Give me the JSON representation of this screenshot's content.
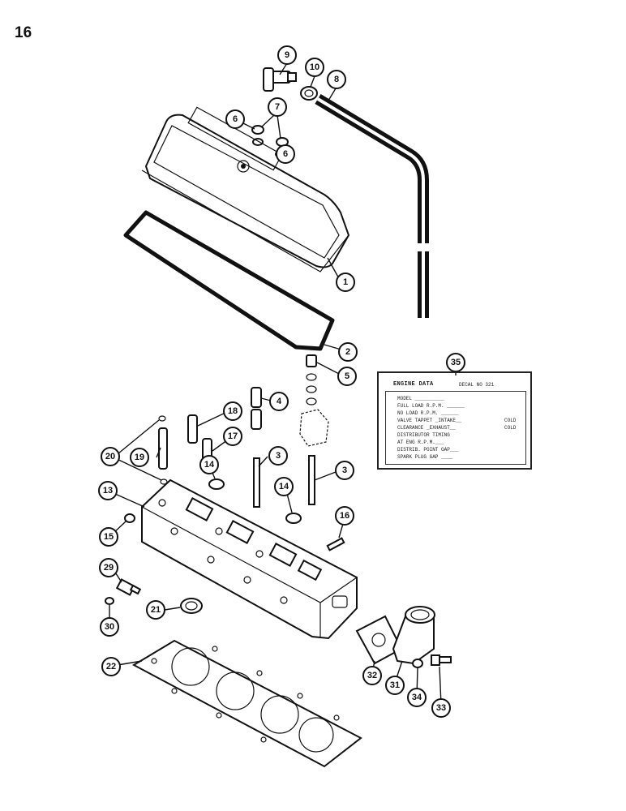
{
  "page": {
    "number": "16"
  },
  "callouts": [
    {
      "id": "c9",
      "label": "9"
    },
    {
      "id": "c10",
      "label": "10"
    },
    {
      "id": "c8",
      "label": "8"
    },
    {
      "id": "c6a",
      "label": "6"
    },
    {
      "id": "c7",
      "label": "7"
    },
    {
      "id": "c6b",
      "label": "6"
    },
    {
      "id": "c1",
      "label": "1"
    },
    {
      "id": "c2",
      "label": "2"
    },
    {
      "id": "c5",
      "label": "5"
    },
    {
      "id": "c4",
      "label": "4"
    },
    {
      "id": "c18",
      "label": "18"
    },
    {
      "id": "c17",
      "label": "17"
    },
    {
      "id": "c20",
      "label": "20"
    },
    {
      "id": "c19",
      "label": "19"
    },
    {
      "id": "c3a",
      "label": "3"
    },
    {
      "id": "c3b",
      "label": "3"
    },
    {
      "id": "c14a",
      "label": "14"
    },
    {
      "id": "c13",
      "label": "13"
    },
    {
      "id": "c14b",
      "label": "14"
    },
    {
      "id": "c16",
      "label": "16"
    },
    {
      "id": "c15",
      "label": "15"
    },
    {
      "id": "c29",
      "label": "29"
    },
    {
      "id": "c21",
      "label": "21"
    },
    {
      "id": "c30",
      "label": "30"
    },
    {
      "id": "c22",
      "label": "22"
    },
    {
      "id": "c32",
      "label": "32"
    },
    {
      "id": "c31",
      "label": "31"
    },
    {
      "id": "c34",
      "label": "34"
    },
    {
      "id": "c33",
      "label": "33"
    },
    {
      "id": "c35",
      "label": "35"
    }
  ],
  "decal": {
    "header": "ENGINE DATA",
    "decal_no": "DECAL NO  321",
    "lines": [
      "MODEL __________",
      "FULL LOAD R.P.M. ______",
      "NO LOAD R.P.M. ______",
      "VALVE TAPPET _INTAKE__",
      "CLEARANCE _EXHAUST__",
      "DISTRIBUTOR TIMING",
      "AT       ENG R.P.M.___",
      "DISTRIB. POINT GAP___",
      "SPARK PLUG GAP ____"
    ],
    "cold_intake": "COLD",
    "cold_exhaust": "COLD"
  }
}
